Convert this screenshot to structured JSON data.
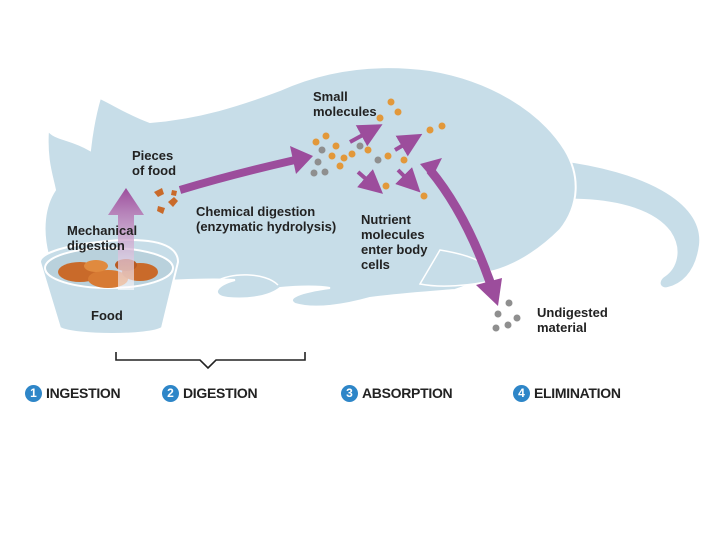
{
  "labels": {
    "small_molecules": "Small\nmolecules",
    "pieces_of_food": "Pieces\nof food",
    "mechanical_digestion": "Mechanical\ndigestion",
    "chemical_digestion": "Chemical digestion\n(enzymatic hydrolysis)",
    "nutrient_molecules": "Nutrient\nmolecules\nenter body\ncells",
    "undigested_material": "Undigested\nmaterial",
    "food": "Food"
  },
  "steps": [
    {
      "num": "1",
      "label": "INGESTION"
    },
    {
      "num": "2",
      "label": "DIGESTION"
    },
    {
      "num": "3",
      "label": "ABSORPTION"
    },
    {
      "num": "4",
      "label": "ELIMINATION"
    }
  ],
  "colors": {
    "cat_body": "#c7dde8",
    "cat_outline": "#ffffff",
    "arrow": "#9c4d9c",
    "step_circle": "#2e86c8",
    "molecule_orange": "#e2983a",
    "molecule_gray": "#8f8f8f",
    "food": "#c96a2a"
  }
}
